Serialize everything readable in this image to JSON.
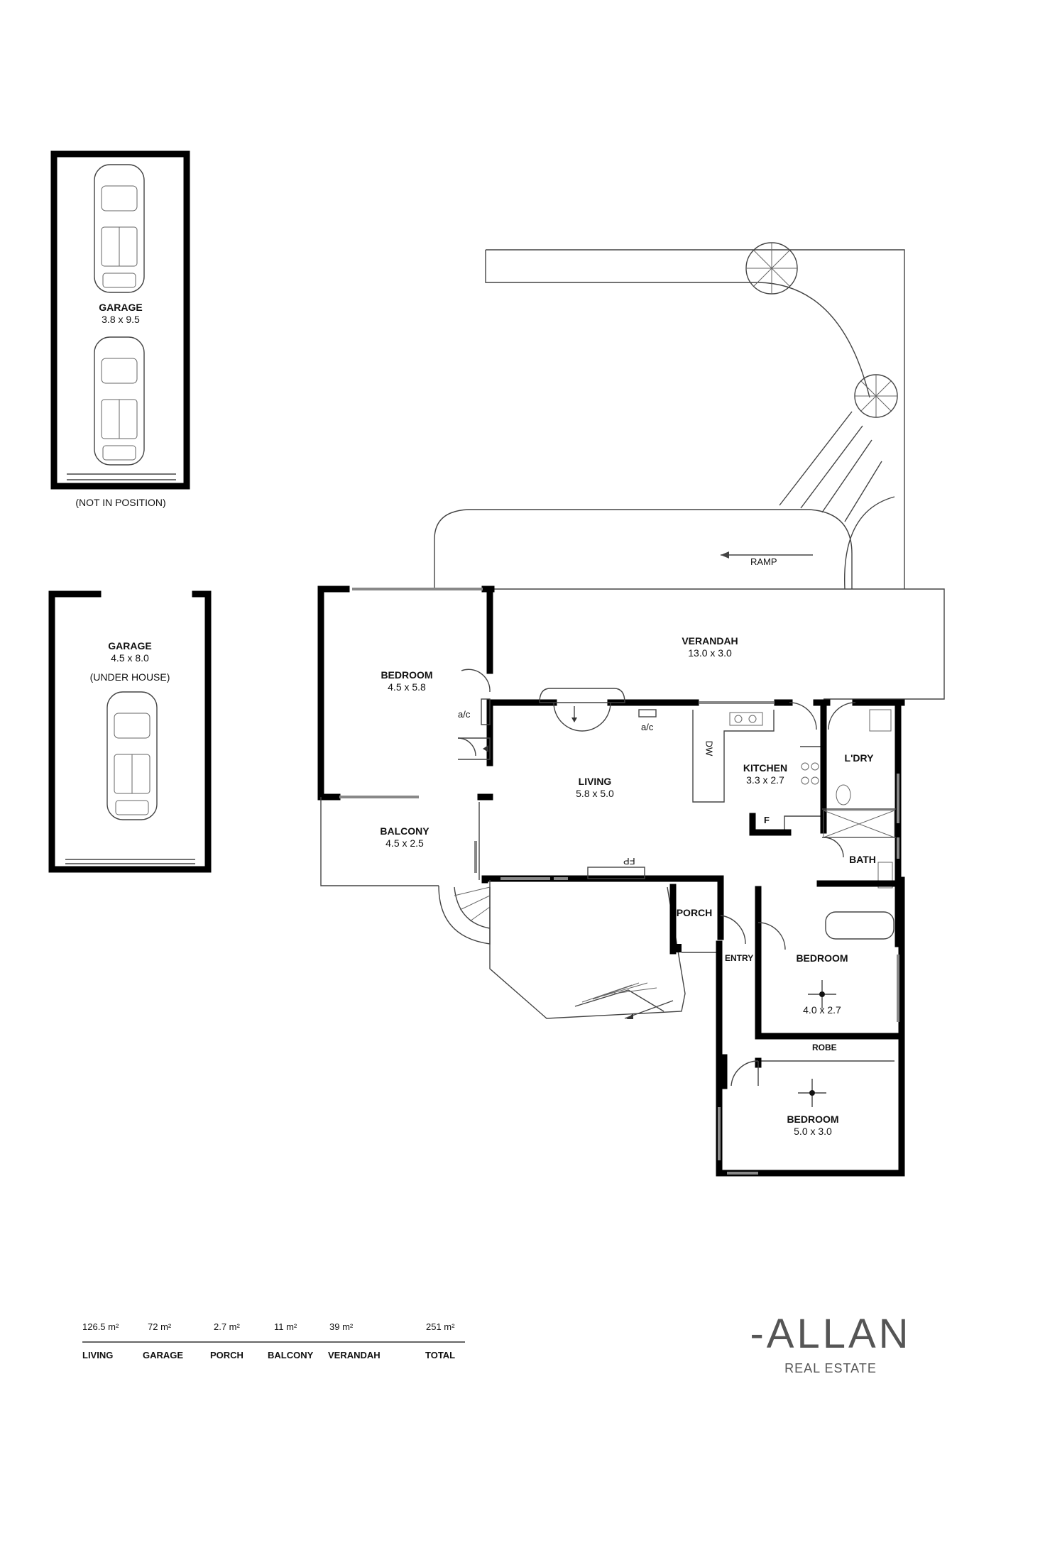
{
  "rooms": {
    "garage_top": {
      "name": "GARAGE",
      "dims": "3.8 x 9.5",
      "note": "(NOT IN POSITION)"
    },
    "garage_under": {
      "name": "GARAGE",
      "dims": "4.5 x 8.0",
      "note": "(UNDER HOUSE)"
    },
    "verandah": {
      "name": "VERANDAH",
      "dims": "13.0 x 3.0"
    },
    "bedroom1": {
      "name": "BEDROOM",
      "dims": "4.5 x 5.8"
    },
    "living": {
      "name": "LIVING",
      "dims": "5.8 x 5.0"
    },
    "kitchen": {
      "name": "KITCHEN",
      "dims": "3.3 x 2.7"
    },
    "laundry": {
      "name": "L'DRY"
    },
    "balcony": {
      "name": "BALCONY",
      "dims": "4.5 x 2.5"
    },
    "bath": {
      "name": "BATH"
    },
    "porch": {
      "name": "PORCH"
    },
    "entry": {
      "name": "ENTRY"
    },
    "bedroom2": {
      "name": "BEDROOM",
      "dims": "4.0 x 2.7"
    },
    "robe": {
      "name": "ROBE"
    },
    "bedroom3": {
      "name": "BEDROOM",
      "dims": "5.0 x 3.0"
    }
  },
  "annotations": {
    "ramp": "RAMP",
    "ac1": "a/c",
    "ac2": "a/c",
    "dw": "DW",
    "fp": "FP",
    "f": "F"
  },
  "areas": [
    {
      "value": "126.5 m²",
      "label": "LIVING"
    },
    {
      "value": "72 m²",
      "label": "GARAGE"
    },
    {
      "value": "2.7 m²",
      "label": "PORCH"
    },
    {
      "value": "11 m²",
      "label": "BALCONY"
    },
    {
      "value": "39 m²",
      "label": "VERANDAH"
    },
    {
      "value": "251 m²",
      "label": "TOTAL"
    }
  ],
  "brand": {
    "name": "-ALLAN",
    "tagline": "REAL ESTATE"
  }
}
